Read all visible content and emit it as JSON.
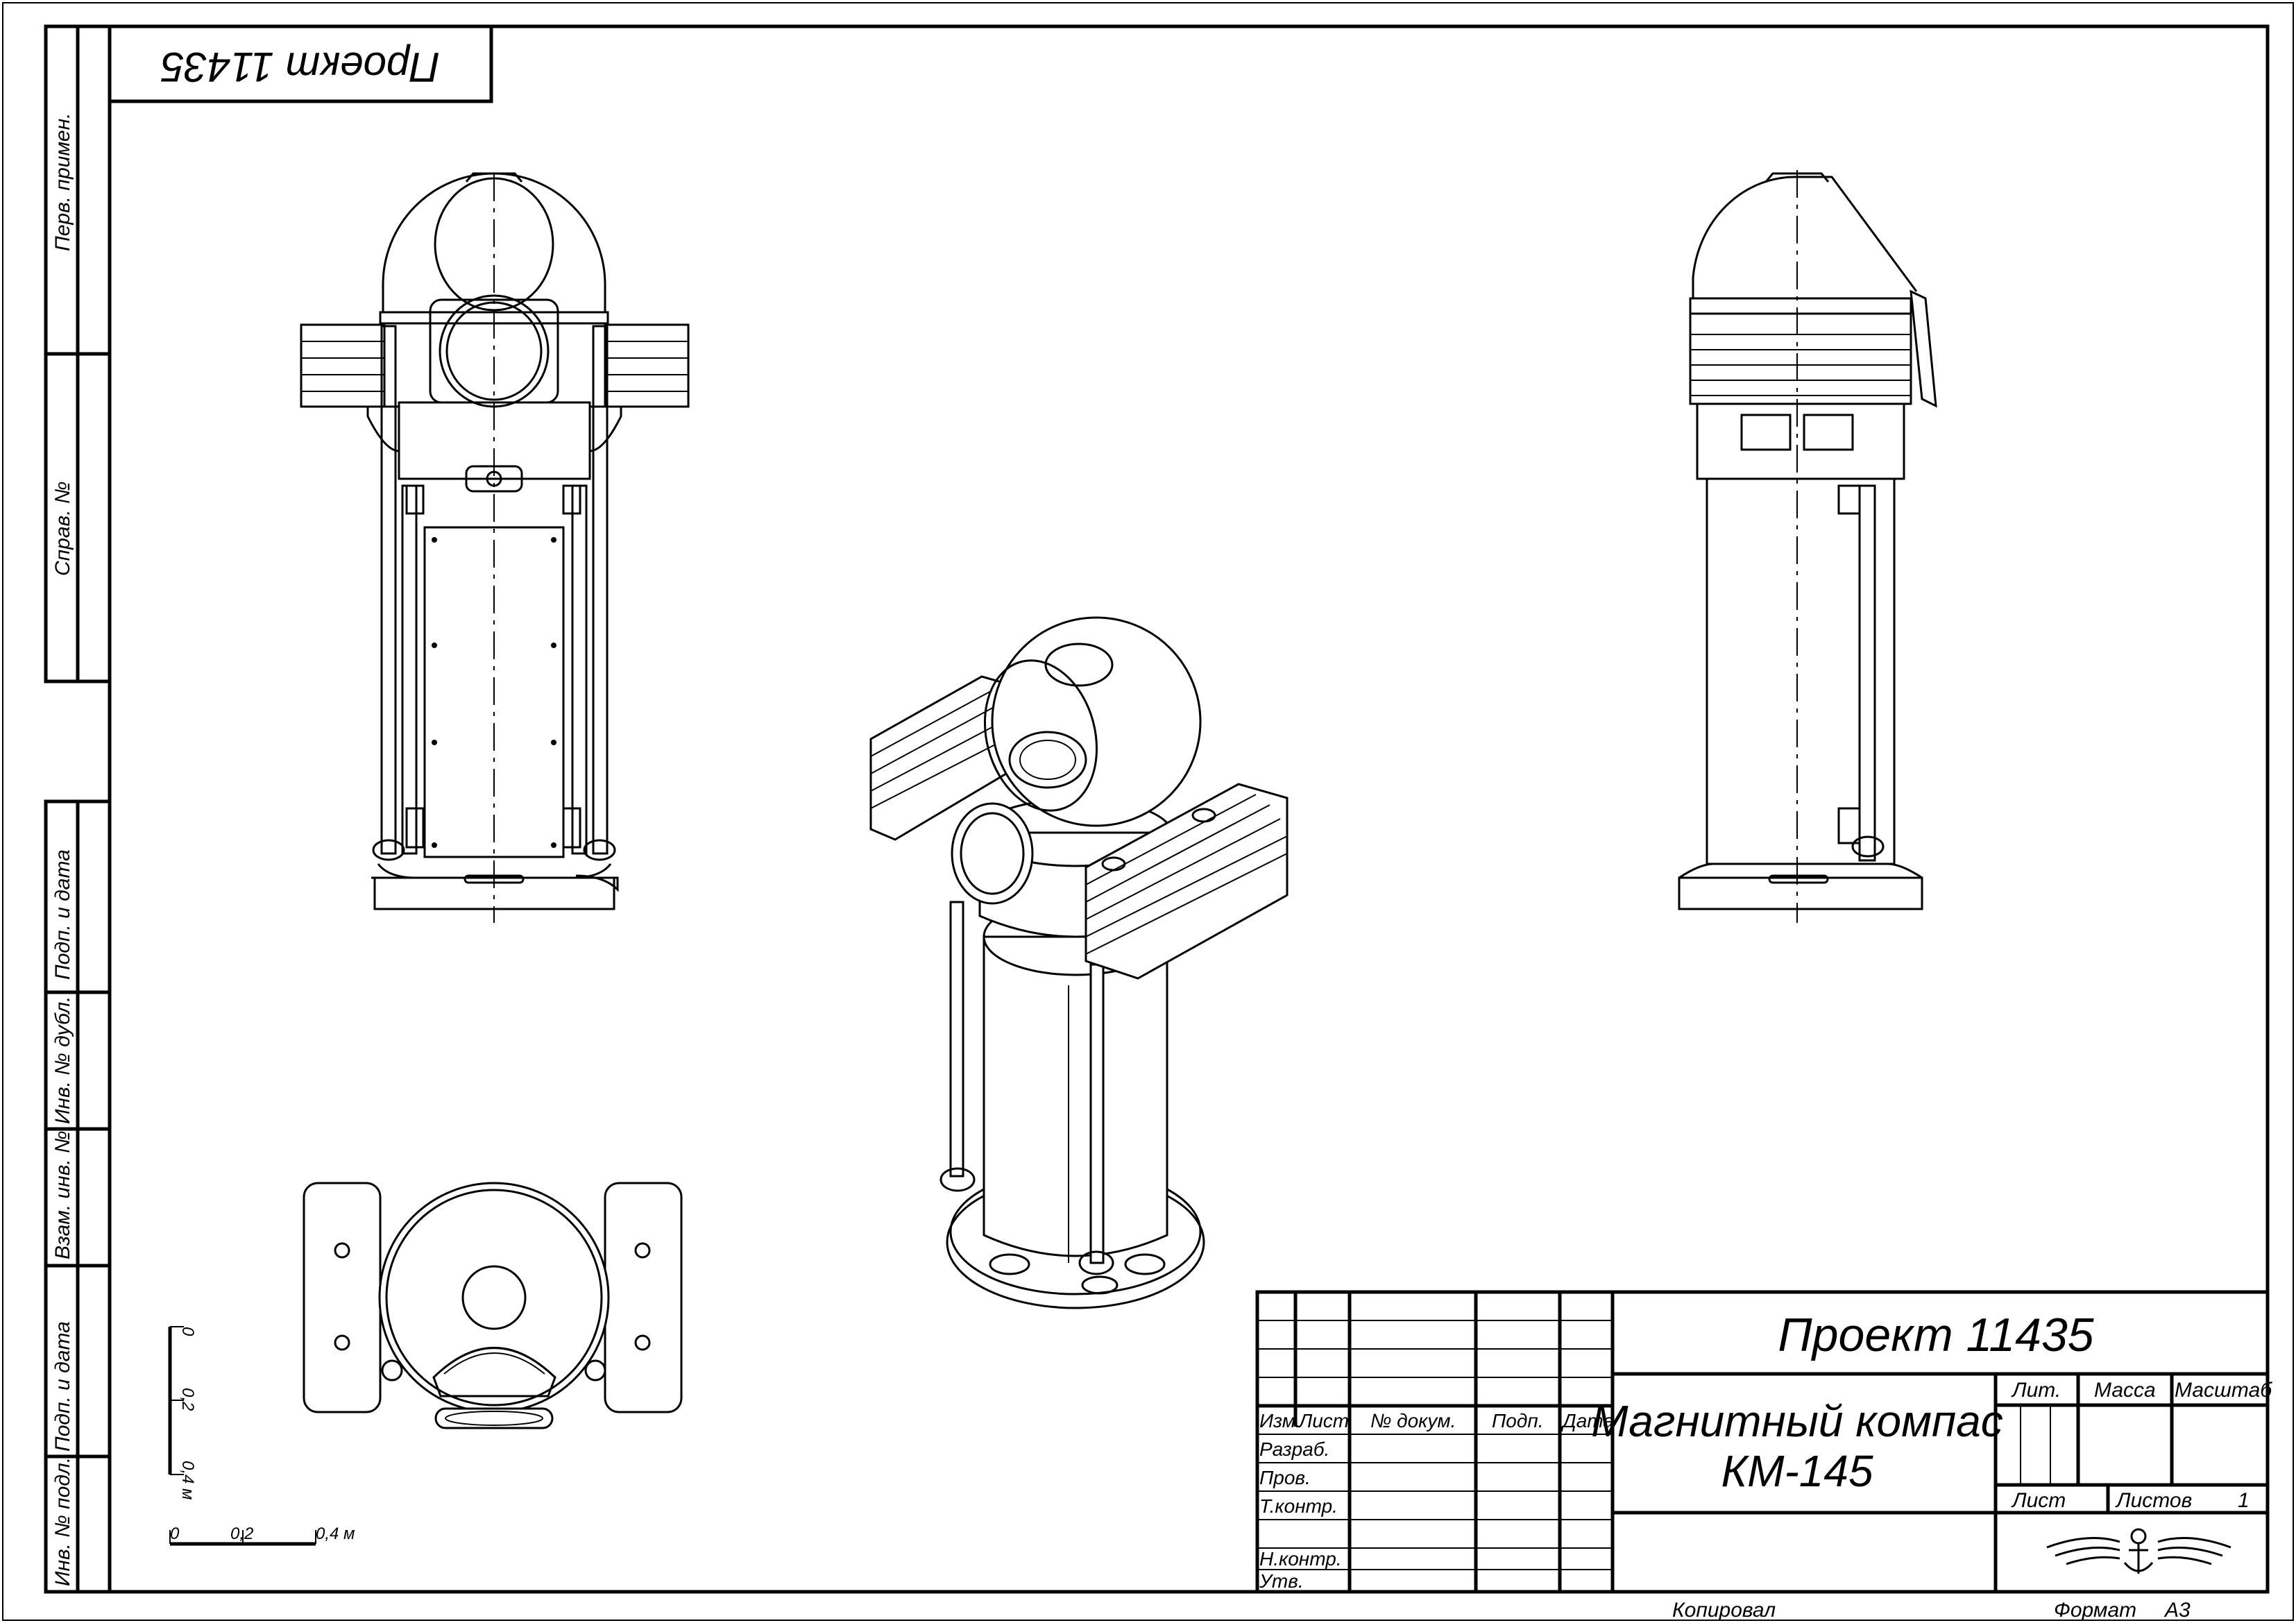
{
  "project_label": "Проект 11435",
  "side_strip": {
    "perv_primen": "Перв. примен.",
    "sprav_no": "Справ. №",
    "podp_data_1": "Подп. и дата",
    "inv_dubl": "Инв. № дубл.",
    "vzam_inv": "Взам. инв. №",
    "podp_data_2": "Подп. и дата",
    "inv_podl": "Инв. № подл."
  },
  "scale_bar": {
    "x_ticks": [
      "0",
      "0,2",
      "0,4 м"
    ],
    "y_ticks": [
      "0",
      "0,2",
      "0,4 м"
    ]
  },
  "title_block": {
    "designation": "Проект 11435",
    "name_line1": "Магнитный компас",
    "name_line2": "КМ-145",
    "col_izm": "Изм.",
    "col_list": "Лист",
    "col_doc": "№ докум.",
    "col_podp": "Подп.",
    "col_data": "Дата",
    "row_razrab": "Разраб.",
    "row_prov": "Пров.",
    "row_tkontr": "Т.контр.",
    "row_nkontr": "Н.контр.",
    "row_utv": "Утв.",
    "lit": "Лит.",
    "massa": "Масса",
    "masshtab": "Масштаб",
    "list": "Лист",
    "listov": "Листов",
    "listov_value": "1"
  },
  "footer": {
    "kopiroval": "Копировал",
    "format": "Формат",
    "format_value": "А3"
  }
}
